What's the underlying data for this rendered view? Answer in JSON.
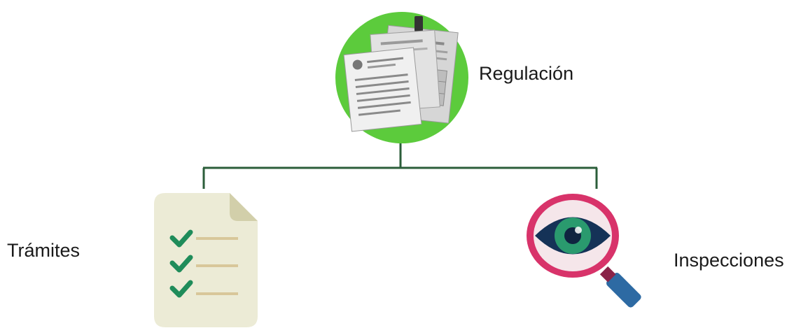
{
  "nodes": {
    "regulacion": {
      "label": "Regulación",
      "icon": "documents-stack-icon"
    },
    "tramites": {
      "label": "Trámites",
      "icon": "checklist-document-icon"
    },
    "inspecciones": {
      "label": "Inspecciones",
      "icon": "magnifying-eye-icon"
    }
  },
  "colors": {
    "connector": "#2b5e3a",
    "regulacion_circle": "#5ccb3c",
    "checklist_paper": "#ecebd6",
    "checkmark": "#1f8c5a",
    "lens_ring": "#d8336a",
    "eye_dark": "#153257",
    "iris": "#2a9a6e",
    "handle": "#2d6aa3"
  }
}
